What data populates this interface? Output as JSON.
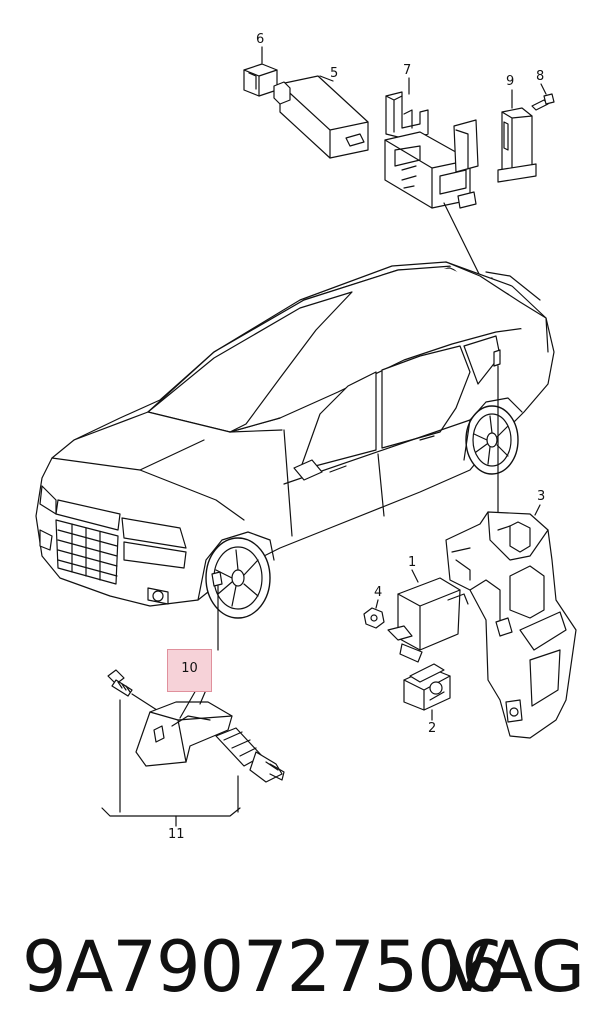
{
  "callouts": {
    "c1": "1",
    "c2": "2",
    "c3": "3",
    "c4": "4",
    "c5": "5",
    "c6": "6",
    "c7": "7",
    "c8": "8",
    "c9": "9",
    "c10": "10",
    "c11": "11"
  },
  "caption": {
    "part_number": "9A790727506",
    "brand": "VAG"
  },
  "colors": {
    "highlight_fill": "#f6d2d8",
    "highlight_border": "#e0909c",
    "line": "#111111"
  }
}
